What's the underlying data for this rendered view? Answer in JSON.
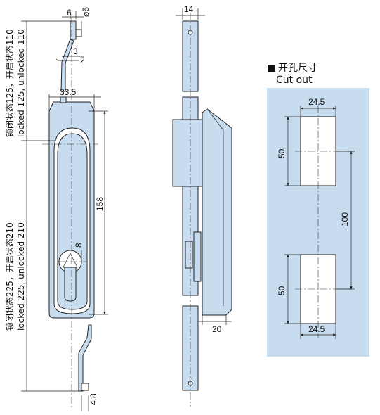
{
  "colors": {
    "part_fill": "#c8dcf0",
    "cutout_panel": "#c8dcf0",
    "line": "#222222"
  },
  "front_view": {
    "dims": {
      "d6": "6",
      "phi6": "⌀6",
      "d3": "3",
      "d2": "2",
      "d33_5": "33.5",
      "d158": "158",
      "d8": "8",
      "d4_8": "4.8"
    },
    "labels": {
      "open_top_cn": "锁闭状态125，开启状态110",
      "open_top_en": "locked 125, unlocked 110",
      "full_cn": "锁闭状态225，开启状态210",
      "full_en": "locked 225, unlocked 210"
    }
  },
  "side_view": {
    "dims": {
      "d14": "14",
      "d20": "20"
    }
  },
  "cutout": {
    "title_marker": "■",
    "title_cn": "开孔尺寸",
    "title_en": "Cut out",
    "dims": {
      "top_width": "24.5",
      "top_height": "50",
      "spacing": "100",
      "bottom_height": "50",
      "bottom_width": "24.5"
    }
  }
}
